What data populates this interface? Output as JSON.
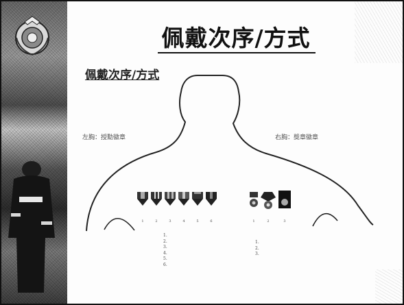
{
  "slide": {
    "title": "佩戴次序/方式",
    "subtitle": "佩戴次序/方式",
    "caption_left": "左胸：授勳徽章",
    "caption_right": "右胸：獎章徽章",
    "left_medals": {
      "labels": [
        "1",
        "2",
        "3",
        "4",
        "5",
        "6"
      ],
      "legend": [
        "1.",
        "2.",
        "3.",
        "4.",
        "5.",
        "6."
      ]
    },
    "right_medals": {
      "labels": [
        "1",
        "2",
        "3"
      ],
      "legend": [
        "1.",
        "2.",
        "3."
      ]
    }
  }
}
